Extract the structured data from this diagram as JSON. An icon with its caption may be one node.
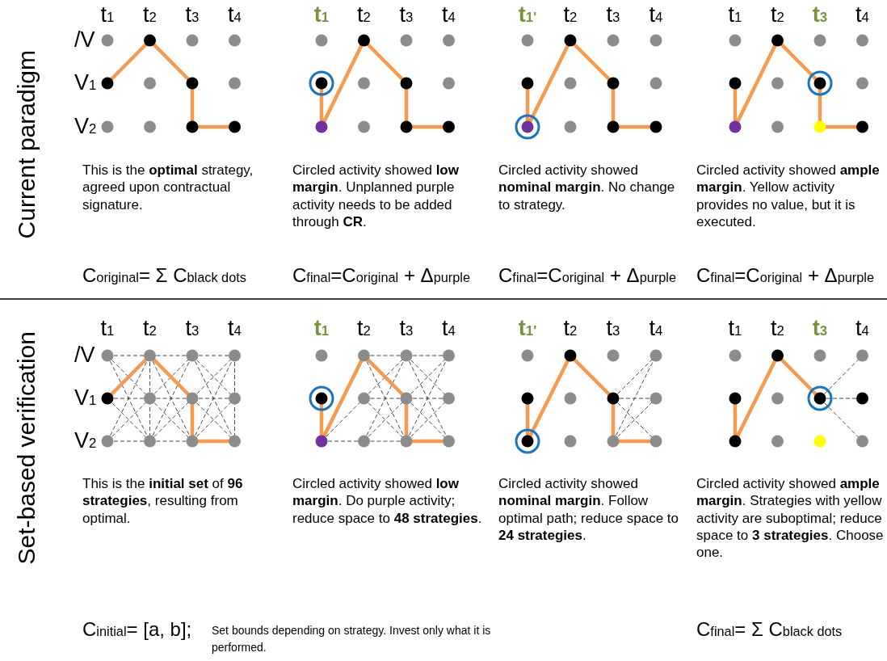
{
  "diagram": {
    "labels": [
      "Current paradigm",
      "t$_{1}$",
      "t$_{2}$",
      "t$_{3}$",
      "t$_{4}$",
      "t$_{1}$",
      "t$_{2}$",
      "t$_{3}$",
      "t$_{4}$",
      "t$_{1'}$",
      "t$_{2}$",
      "t$_{3}$",
      "t$_{4}$",
      "t$_{1}$",
      "t$_{2}$",
      "t$_{3}$",
      "t$_{4}$",
      "/V",
      "V$_{1}$",
      "V$_{2}$",
      "This is the **optimal** strategy, agreed upon contractual signature.",
      "Circled activity showed **low margin**. Unplanned purple activity needs to be added through **CR**.",
      "Circled activity showed **nominal margin**. No change to strategy.",
      "Circled activity showed **ample margin**. Yellow activity provides no value, but it is executed.",
      "C$_{original}$= Σ C$_{black dots}$",
      "C$_{final}$=C$_{original}$ + Δ$_{purple}$",
      "C$_{final}$=C$_{original}$ + Δ$_{purple}$",
      "C$_{final}$=C$_{original}$ + Δ$_{purple}$",
      "Set-based verification",
      "t$_{1}$",
      "t$_{2}$",
      "t$_{3}$",
      "t$_{4}$",
      "t$_{1}$",
      "t$_{2}$",
      "t$_{3}$",
      "t$_{4}$",
      "t$_{1'}$",
      "t$_{2}$",
      "t$_{3}$",
      "t$_{4}$",
      "t$_{1}$",
      "t$_{2}$",
      "t$_{3}$",
      "t$_{4}$",
      "/V",
      "V$_{1}$",
      "V$_{2}$",
      "This is the **initial set** of **96 strategies**, resulting from optimal.",
      "Circled activity showed **low margin**. Do purple activity; reduce space to **48 strategies**.",
      "Circled activity showed **nominal margin**. Follow optimal path; reduce space to **24 strategies**.",
      "Circled activity showed **ample margin**. Strategies with yellow activity are suboptimal; reduce space to **3 strategies**. Choose one.",
      "C$_{initial}$= [a, b];",
      "Set bounds depending on strategy. Invest only what it is performed.",
      "C$_{final}$= Σ C$_{black dots}$"
    ]
  }
}
